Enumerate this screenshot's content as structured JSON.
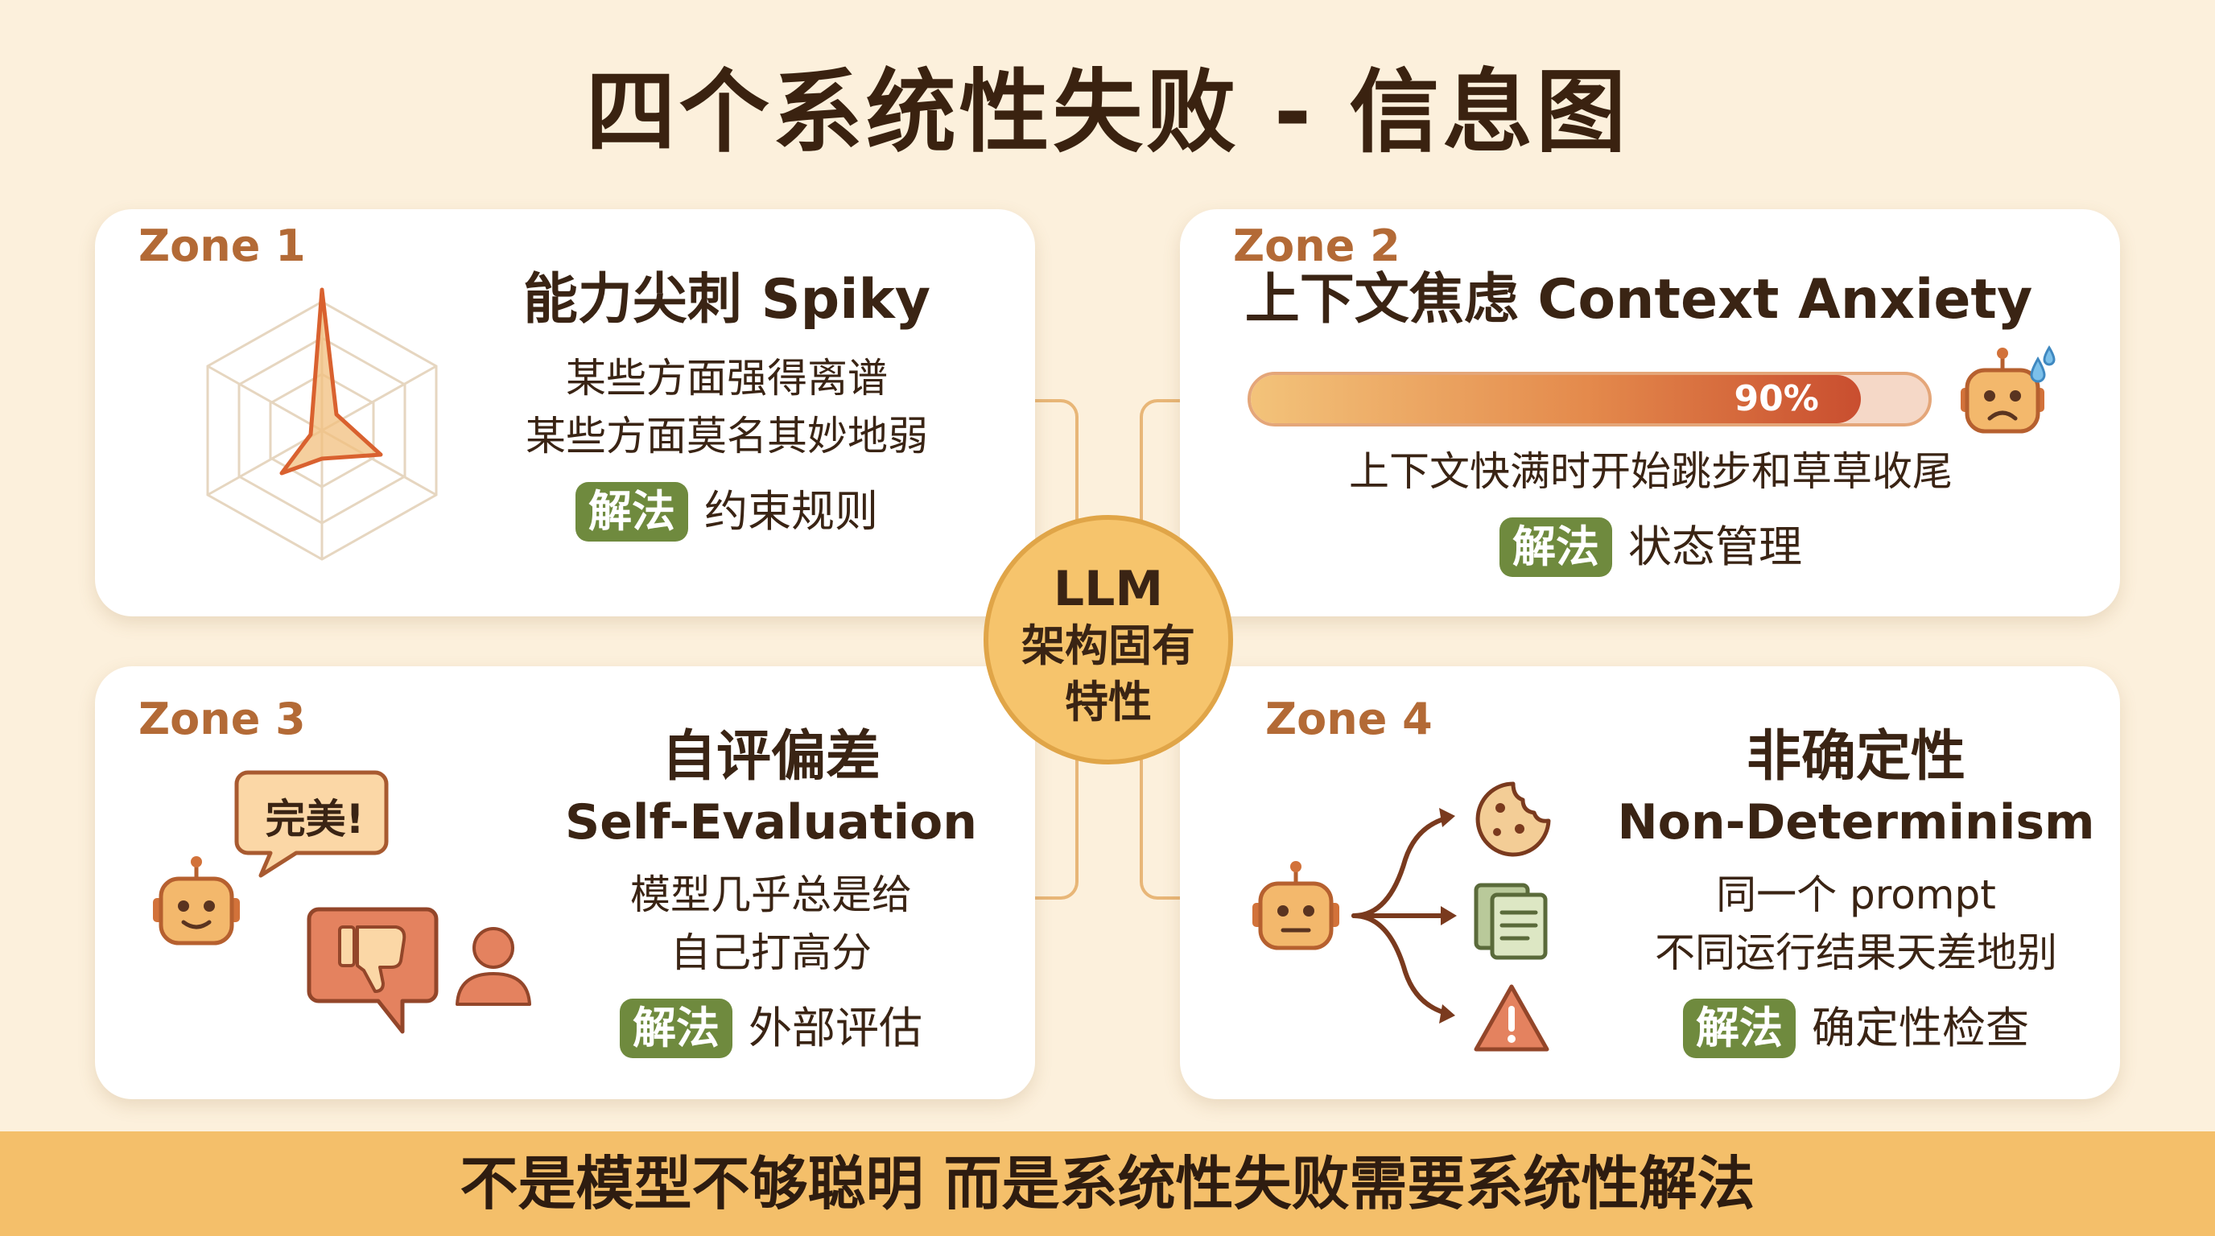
{
  "title": "四个系统性失败 - 信息图",
  "center": {
    "top": "LLM",
    "bottom": "架构固有特性"
  },
  "zones": [
    {
      "zone": "Zone 1",
      "heading": "能力尖刺 Spiky",
      "desc": [
        "某些方面强得离谱",
        "某些方面莫名其妙地弱"
      ],
      "badge": "解法",
      "solution": "约束规则"
    },
    {
      "zone": "Zone 2",
      "heading": "上下文焦虑 Context Anxiety",
      "progress_label": "90%",
      "progress_value": 0.9,
      "desc": [
        "上下文快满时开始跳步和草草收尾"
      ],
      "badge": "解法",
      "solution": "状态管理"
    },
    {
      "zone": "Zone 3",
      "heading": "自评偏差",
      "subheading": "Self-Evaluation",
      "bubble": "完美!",
      "desc": [
        "模型几乎总是给",
        "自己打高分"
      ],
      "badge": "解法",
      "solution": "外部评估"
    },
    {
      "zone": "Zone 4",
      "heading": "非确定性",
      "subheading": "Non-Determinism",
      "desc": [
        "同一个 prompt",
        "不同运行结果天差地别"
      ],
      "badge": "解法",
      "solution": "确定性检查"
    }
  ],
  "footer": "不是模型不够聪明 而是系统性失败需要系统性解法",
  "icons": [
    "radar-chart-icon",
    "worried-robot-icon",
    "sweat-drop-icon",
    "robot-icon",
    "speech-bubble-icon",
    "thumbs-down-icon",
    "person-icon",
    "branch-arrows-icon",
    "cookie-icon",
    "documents-icon",
    "warning-icon"
  ],
  "colors": {
    "badge": "#6f8a3e",
    "zone": "#b36a36",
    "accent": "#f4bf6a",
    "background": "#fcf0dc"
  }
}
